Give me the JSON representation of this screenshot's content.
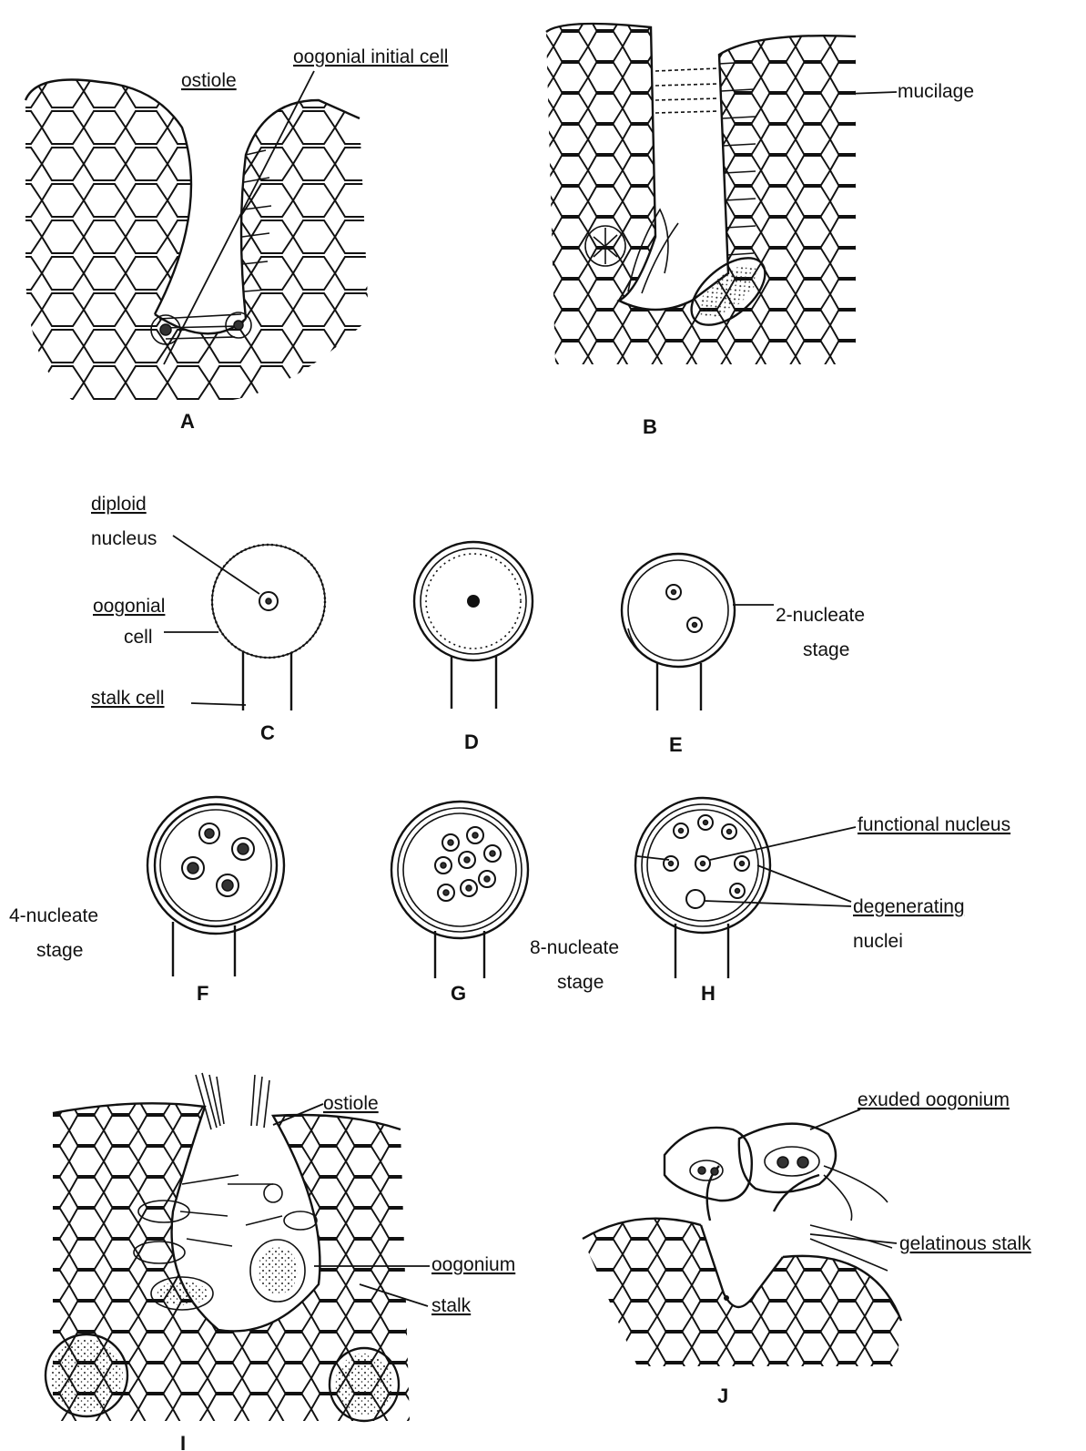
{
  "panels": {
    "A": {
      "letter": "A",
      "labels": {
        "ostiole": "ostiole",
        "oogonial_initial": "oogonial initial cell"
      }
    },
    "B": {
      "letter": "B",
      "labels": {
        "mucilage": "mucilage"
      }
    },
    "C": {
      "letter": "C",
      "labels": {
        "diploid_1": "diploid",
        "diploid_2": "nucleus",
        "oogonial_1": "oogonial",
        "oogonial_2": "cell",
        "stalk": "stalk cell"
      }
    },
    "D": {
      "letter": "D"
    },
    "E": {
      "letter": "E",
      "labels": {
        "two_1": "2-nucleate",
        "two_2": "stage"
      }
    },
    "F": {
      "letter": "F",
      "labels": {
        "four_1": "4-nucleate",
        "four_2": "stage"
      }
    },
    "G": {
      "letter": "G",
      "labels": {
        "eight_1": "8-nucleate",
        "eight_2": "stage"
      }
    },
    "H": {
      "letter": "H",
      "labels": {
        "functional": "functional nucleus",
        "degen_1": "degenerating",
        "degen_2": "nuclei"
      }
    },
    "I": {
      "letter": "I",
      "labels": {
        "ostiole": "ostiole",
        "oogonium": "oogonium",
        "stalk": "stalk"
      }
    },
    "J": {
      "letter": "J",
      "labels": {
        "exuded": "exuded oogonium",
        "gelatinous": "gelatinous stalk"
      }
    }
  }
}
